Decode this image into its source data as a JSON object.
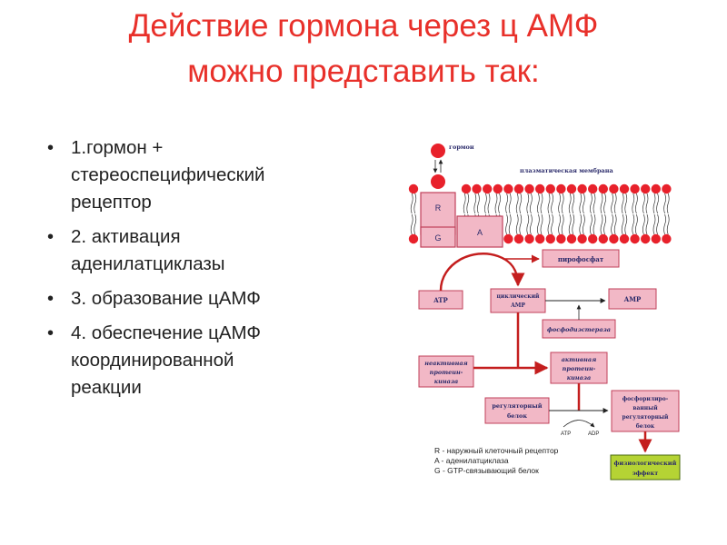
{
  "slide": {
    "title_line1": "Действие гормона через ц АМФ",
    "title_line2": "можно представить так:",
    "bullets": [
      {
        "marker": "•",
        "line1": "1.гормон +",
        "line2": "стереоспецифический",
        "line3": "рецептор"
      },
      {
        "marker": "•",
        "line1": "2. активация",
        "line2": "аденилатциклазы"
      },
      {
        "marker": "•",
        "line1": "3. образование цАМФ"
      },
      {
        "marker": "•",
        "line1": "4. обеспечение цАМФ",
        "line2": "координированной",
        "line3": "реакции"
      }
    ]
  },
  "diagram": {
    "hormone_label": "гормон",
    "membrane_label": "плазматическая мембрана",
    "receptor_R": "R",
    "protein_G": "G",
    "enzyme_A": "A",
    "pyrophosphate": "пирофосфат",
    "atp": "ATP",
    "camp_line1": "циклический",
    "camp_line2": "AMP",
    "amp": "AMP",
    "phosphodiesterase": "фосфодиэстераза",
    "inactive_kinase_line1": "неактивная",
    "inactive_kinase_line2": "протеин-",
    "inactive_kinase_line3": "киназа",
    "active_kinase_line1": "активная",
    "active_kinase_line2": "протеин-",
    "active_kinase_line3": "киназа",
    "reg_protein_line1": "регуляторный",
    "reg_protein_line2": "белок",
    "atp_small": "ATP",
    "adp_small": "ADP",
    "phos_reg_line1": "фосфорилиро-",
    "phos_reg_line2": "ванный",
    "phos_reg_line3": "регуляторный",
    "phos_reg_line4": "белок",
    "physio_line1": "физиологический",
    "physio_line2": "эффект",
    "legend_R": "R - наружный клеточный рецептор",
    "legend_A": "A - аденилатциклаза",
    "legend_G": "G - GTP-связывающий белок",
    "colors": {
      "box_fill": "#f2b8c6",
      "box_border": "#c0405a",
      "arrow": "#c41e1e",
      "head": "#e8212b",
      "physio_fill": "#b5d334"
    }
  }
}
